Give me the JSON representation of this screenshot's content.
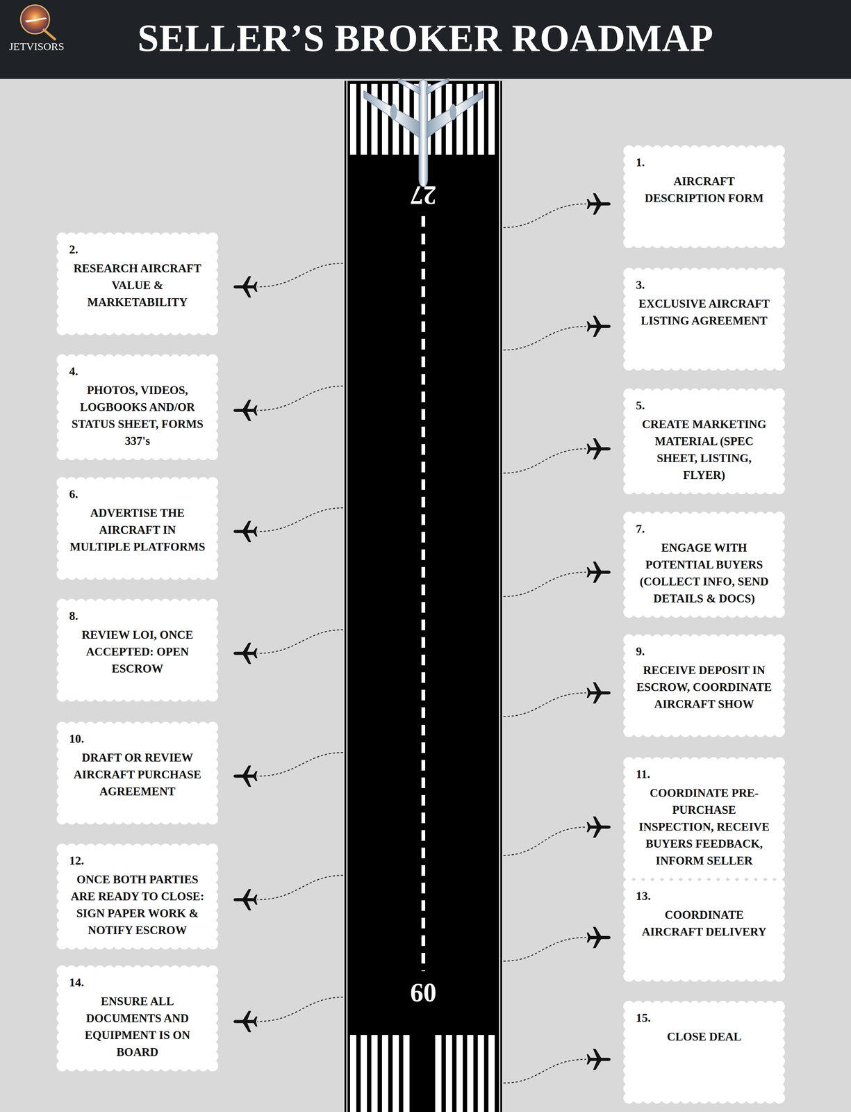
{
  "diagram": {
    "title": "SELLER’S BROKER ROADMAP",
    "nodes": [
      {
        "text": [
          "1.",
          "AIRCRAFT DESCRIPTION FORM"
        ]
      },
      {
        "text": [
          "2.",
          "RESEARCH AIRCRAFT VALUE & MARKETABILITY"
        ]
      },
      {
        "text": [
          "3.",
          "EXCLUSIVE AIRCRAFT LISTING AGREEMENT"
        ]
      },
      {
        "text": [
          "4.",
          "PHOTOS, VIDEOS, LOGBOOKS AND/OR STATUS SHEET, FORMS 337's"
        ]
      },
      {
        "text": [
          "5.",
          "CREATE MARKETING MATERIAL (SPEC SHEET, LISTING, FLYER)"
        ]
      },
      {
        "text": [
          "6.",
          "ADVERTISE THE AIRCRAFT IN MULTIPLE PLATFORMS"
        ]
      },
      {
        "text": [
          "7.",
          "ENGAGE WITH POTENTIAL BUYERS (COLLECT INFO, SEND DETAILS & DOCS)"
        ]
      },
      {
        "text": [
          "8.",
          "REVIEW LOI, ONCE ACCEPTED: OPEN ESCROW"
        ]
      },
      {
        "text": [
          "9.",
          "RECEIVE DEPOSIT IN ESCROW, COORDINATE AIRCRAFT SHOW"
        ]
      },
      {
        "text": [
          "10.",
          "DRAFT OR REVIEW AIRCRAFT PURCHASE AGREEMENT"
        ]
      },
      {
        "text": [
          "11.",
          "COORDINATE PRE-PURCHASE INSPECTION, RECEIVE BUYERS FEEDBACK, INFORM SELLER"
        ]
      },
      {
        "text": [
          "12.",
          "ONCE BOTH PARTIES ARE READY TO CLOSE: SIGN PAPER WORK & NOTIFY ESCROW"
        ]
      },
      {
        "text": [
          "13.",
          "COORDINATE AIRCRAFT DELIVERY"
        ]
      },
      {
        "text": [
          "14.",
          "ENSURE ALL DOCUMENTS AND EQUIPMENT IS ON BOARD"
        ]
      },
      {
        "text": [
          "15.",
          "CLOSE DEAL"
        ]
      }
    ],
    "labels": [
      "JETVISORS",
      "27",
      "09"
    ]
  }
}
